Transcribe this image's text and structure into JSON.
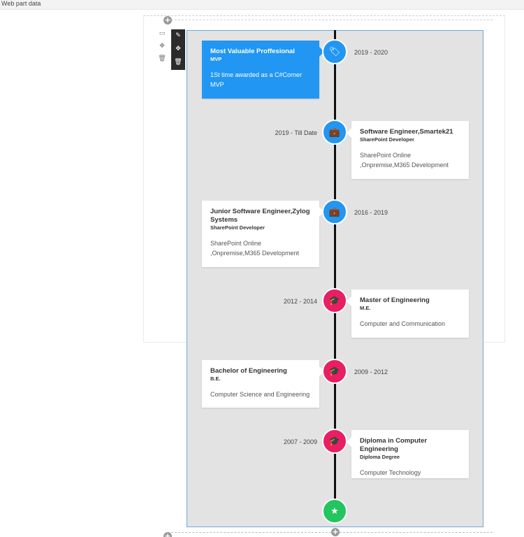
{
  "header": {
    "title": "Web part data"
  },
  "timeline": [
    {
      "title": "Most Valuable Proffesional",
      "subtitle": "MVP",
      "description": "1St time awarded as a C#Corner MVP",
      "date": "2019 - 2020",
      "icon": "tag-icon",
      "color": "#2196f3"
    },
    {
      "title": "Software Engineer,Smartek21",
      "subtitle": "SharePoint Developer",
      "description": "SharePoint Online ,Onpremise,M365 Development",
      "date": "2019 - Till Date",
      "icon": "briefcase-icon",
      "color": "#2196f3"
    },
    {
      "title": "Junior Software Engineer,Zylog Systems",
      "subtitle": "SharePoint Developer",
      "description": "SharePoint Online ,Onpremise,M365 Development",
      "date": "2016 - 2019",
      "icon": "briefcase-icon",
      "color": "#2196f3"
    },
    {
      "title": "Master of Engineering",
      "subtitle": "M.E.",
      "description": "Computer and Communication",
      "date": "2012 - 2014",
      "icon": "graduation-cap-icon",
      "color": "#e91e63"
    },
    {
      "title": "Bachelor of Engineering",
      "subtitle": "B.E.",
      "description": "Computer Science and Engineering",
      "date": "2009 - 2012",
      "icon": "graduation-cap-icon",
      "color": "#e91e63"
    },
    {
      "title": "Diploma in Computer Engineering",
      "subtitle": "Diploma Degree",
      "description": "Computer Technology",
      "date": "2007 - 2009",
      "icon": "graduation-cap-icon",
      "color": "#e91e63"
    }
  ],
  "end_node": {
    "icon": "star-icon",
    "color": "#22c55e"
  },
  "colors": {
    "accent": "#2196f3",
    "education": "#e91e63",
    "end": "#22c55e",
    "border": "#6ea8d8"
  }
}
